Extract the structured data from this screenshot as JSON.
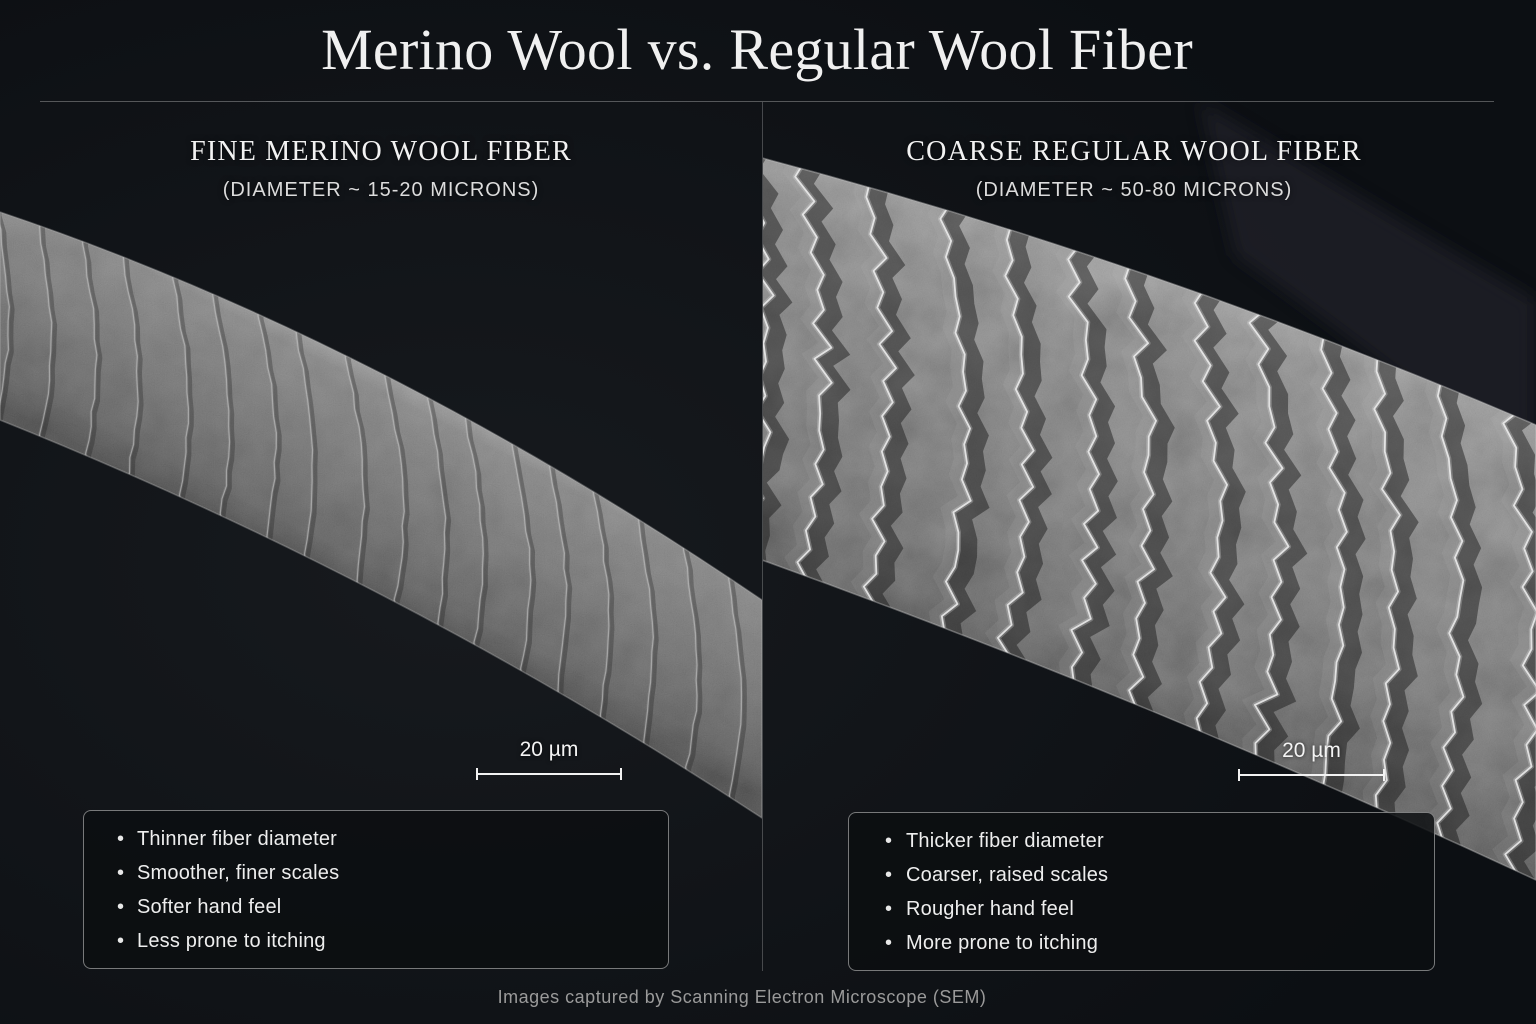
{
  "title": "Merino Wool vs. Regular Wool Fiber",
  "panels": [
    {
      "heading": "FINE MERINO WOOL FIBER",
      "subheading": "(DIAMETER ~ 15-20 MICRONS)",
      "scale_bar_label": "20 µm",
      "bullets": [
        "Thinner fiber diameter",
        "Smoother, finer scales",
        "Softer hand feel",
        "Less prone to itching"
      ]
    },
    {
      "heading": "COARSE REGULAR WOOL FIBER",
      "subheading": "(DIAMETER ~ 50-80 MICRONS)",
      "scale_bar_label": "20 µm",
      "bullets": [
        "Thicker fiber diameter",
        "Coarser, raised scales",
        "Rougher hand feel",
        "More prone to itching"
      ]
    }
  ],
  "footer": "Images captured by Scanning Electron Microscope (SEM)",
  "colors": {
    "background": "#0e1115",
    "text": "#eeeeee",
    "fiber": "#6a6a6a",
    "divider": "#5c5f63"
  }
}
